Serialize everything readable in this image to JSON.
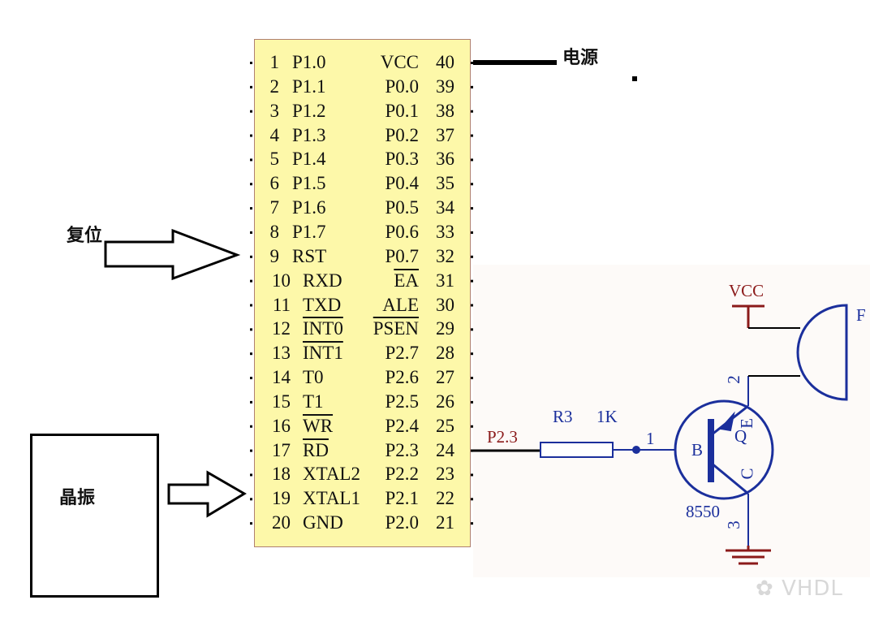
{
  "labels": {
    "power": "电源",
    "reset": "复位",
    "crystal": "晶振"
  },
  "chip": {
    "left_pins": [
      {
        "num": "1",
        "name": "P1.0"
      },
      {
        "num": "2",
        "name": "P1.1"
      },
      {
        "num": "3",
        "name": "P1.2"
      },
      {
        "num": "4",
        "name": "P1.3"
      },
      {
        "num": "5",
        "name": "P1.4"
      },
      {
        "num": "6",
        "name": "P1.5"
      },
      {
        "num": "7",
        "name": "P1.6"
      },
      {
        "num": "8",
        "name": "P1.7"
      },
      {
        "num": "9",
        "name": "RST"
      },
      {
        "num": "10",
        "name": "RXD"
      },
      {
        "num": "11",
        "name": "TXD"
      },
      {
        "num": "12",
        "name": "INT0",
        "overline": true
      },
      {
        "num": "13",
        "name": "INT1",
        "overline": true
      },
      {
        "num": "14",
        "name": "T0"
      },
      {
        "num": "15",
        "name": "T1"
      },
      {
        "num": "16",
        "name": "WR",
        "overline": true
      },
      {
        "num": "17",
        "name": "RD",
        "overline": true
      },
      {
        "num": "18",
        "name": "XTAL2"
      },
      {
        "num": "19",
        "name": "XTAL1"
      },
      {
        "num": "20",
        "name": "GND"
      }
    ],
    "right_pins": [
      {
        "num": "40",
        "name": "VCC"
      },
      {
        "num": "39",
        "name": "P0.0"
      },
      {
        "num": "38",
        "name": "P0.1"
      },
      {
        "num": "37",
        "name": "P0.2"
      },
      {
        "num": "36",
        "name": "P0.3"
      },
      {
        "num": "35",
        "name": "P0.4"
      },
      {
        "num": "34",
        "name": "P0.5"
      },
      {
        "num": "33",
        "name": "P0.6"
      },
      {
        "num": "32",
        "name": "P0.7"
      },
      {
        "num": "31",
        "name": "EA",
        "overline": true
      },
      {
        "num": "30",
        "name": "ALE"
      },
      {
        "num": "29",
        "name": "PSEN",
        "overline": true
      },
      {
        "num": "28",
        "name": "P2.7"
      },
      {
        "num": "27",
        "name": "P2.6"
      },
      {
        "num": "26",
        "name": "P2.5"
      },
      {
        "num": "25",
        "name": "P2.4"
      },
      {
        "num": "24",
        "name": "P2.3"
      },
      {
        "num": "23",
        "name": "P2.2"
      },
      {
        "num": "22",
        "name": "P2.1"
      },
      {
        "num": "21",
        "name": "P2.0"
      }
    ]
  },
  "circuit": {
    "net_label": "P2.3",
    "resistor_ref": "R3",
    "resistor_value": "1K",
    "base_node": "1",
    "vcc_label": "VCC",
    "transistor_ref": "Q",
    "transistor_base": "B",
    "transistor_emitter": "E",
    "transistor_collector": "C",
    "transistor_model": "8550",
    "collector_pin": "3",
    "emitter_pin": "2",
    "buzzer_label": "F"
  },
  "watermark": "VHDL",
  "colors": {
    "chip_fill": "#fdf8a9",
    "schematic_blue": "#1b2f9c",
    "schematic_red": "#8b1a1a"
  }
}
